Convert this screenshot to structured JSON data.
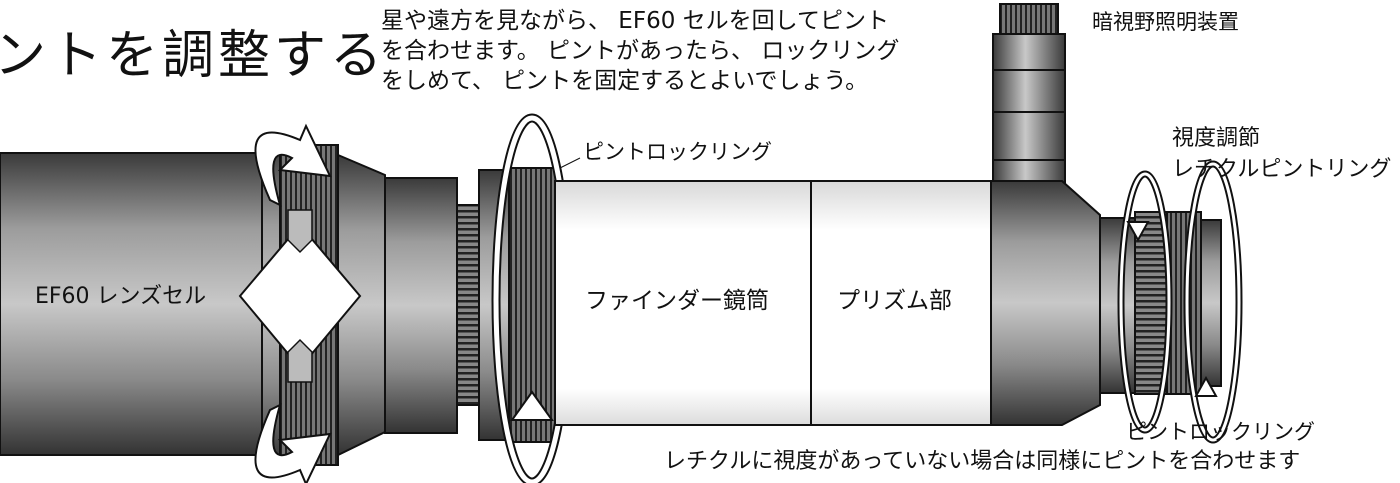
{
  "heading": "ピントを調整する",
  "instruction": [
    "星や遠方を見ながら、 EF60 セルを回してピント",
    "を合わせます。 ピントがあったら、 ロックリング",
    "をしめて、 ピントを固定するとよいでしょう。"
  ],
  "labels": {
    "lens_cell": "EF60 レンズセル",
    "finder_tube": "ファインダー鏡筒",
    "prism": "プリズム部",
    "lock_ring_front": "ピントロックリング",
    "illuminator": "暗視野照明装置",
    "diopter": "視度調節",
    "reticle_ring": "レチクルピントリング",
    "lock_ring_rear": "ピントロックリング",
    "note": "レチクルに視度があっていない場合は同様にピントを合わせます"
  },
  "colors": {
    "body_dark": "#5e5e5e",
    "body_light": "#c4c4c4",
    "tube_white": "#ffffff",
    "outline": "#111111"
  }
}
